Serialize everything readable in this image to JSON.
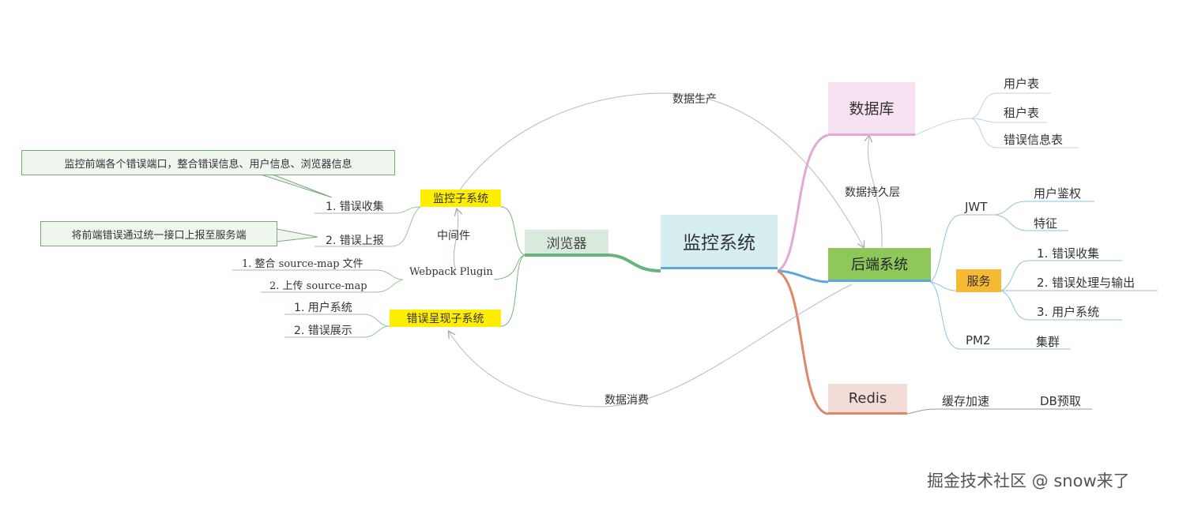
{
  "central": "监控系统",
  "left": {
    "browser": "浏览器",
    "monitor_sub": {
      "title": "监控子系统",
      "items": [
        "1. 错误收集",
        "2. 错误上报"
      ],
      "callouts": [
        "监控前端各个错误端口，整合错误信息、用户信息、浏览器信息",
        "将前端错误通过统一接口上报至服务端"
      ]
    },
    "middleware": "中间件",
    "webpack": {
      "title": "Webpack Plugin",
      "items": [
        "1. 整合 source-map 文件",
        "2. 上传 source-map"
      ]
    },
    "display_sub": {
      "title": "错误呈现子系统",
      "items": [
        "1. 用户系统",
        "2. 错误展示"
      ]
    }
  },
  "right": {
    "database": {
      "title": "数据库",
      "items": [
        "用户表",
        "租户表",
        "错误信息表"
      ]
    },
    "persistence": "数据持久层",
    "backend": {
      "title": "后端系统",
      "jwt": {
        "title": "JWT",
        "items": [
          "用户鉴权",
          "特征"
        ]
      },
      "service": {
        "title": "服务",
        "items": [
          "1. 错误收集",
          "2. 错误处理与输出",
          "3.  用户系统"
        ]
      },
      "pm2": {
        "title": "PM2",
        "items": [
          "集群"
        ]
      }
    },
    "redis": {
      "title": "Redis",
      "items": [
        "缓存加速",
        "DB预取"
      ]
    }
  },
  "relations": {
    "produce": "数据生产",
    "consume": "数据消费"
  },
  "watermark": "掘金技术社区 @ snow来了",
  "colors": {
    "central_bg": "#d7eef0",
    "browser_bg": "#d9eadc",
    "yellow": "#ffee00",
    "db_bg": "#f6e2f1",
    "backend_bg": "#8fc85a",
    "service_bg": "#f7b833",
    "redis_bg": "#f3dcd6"
  }
}
